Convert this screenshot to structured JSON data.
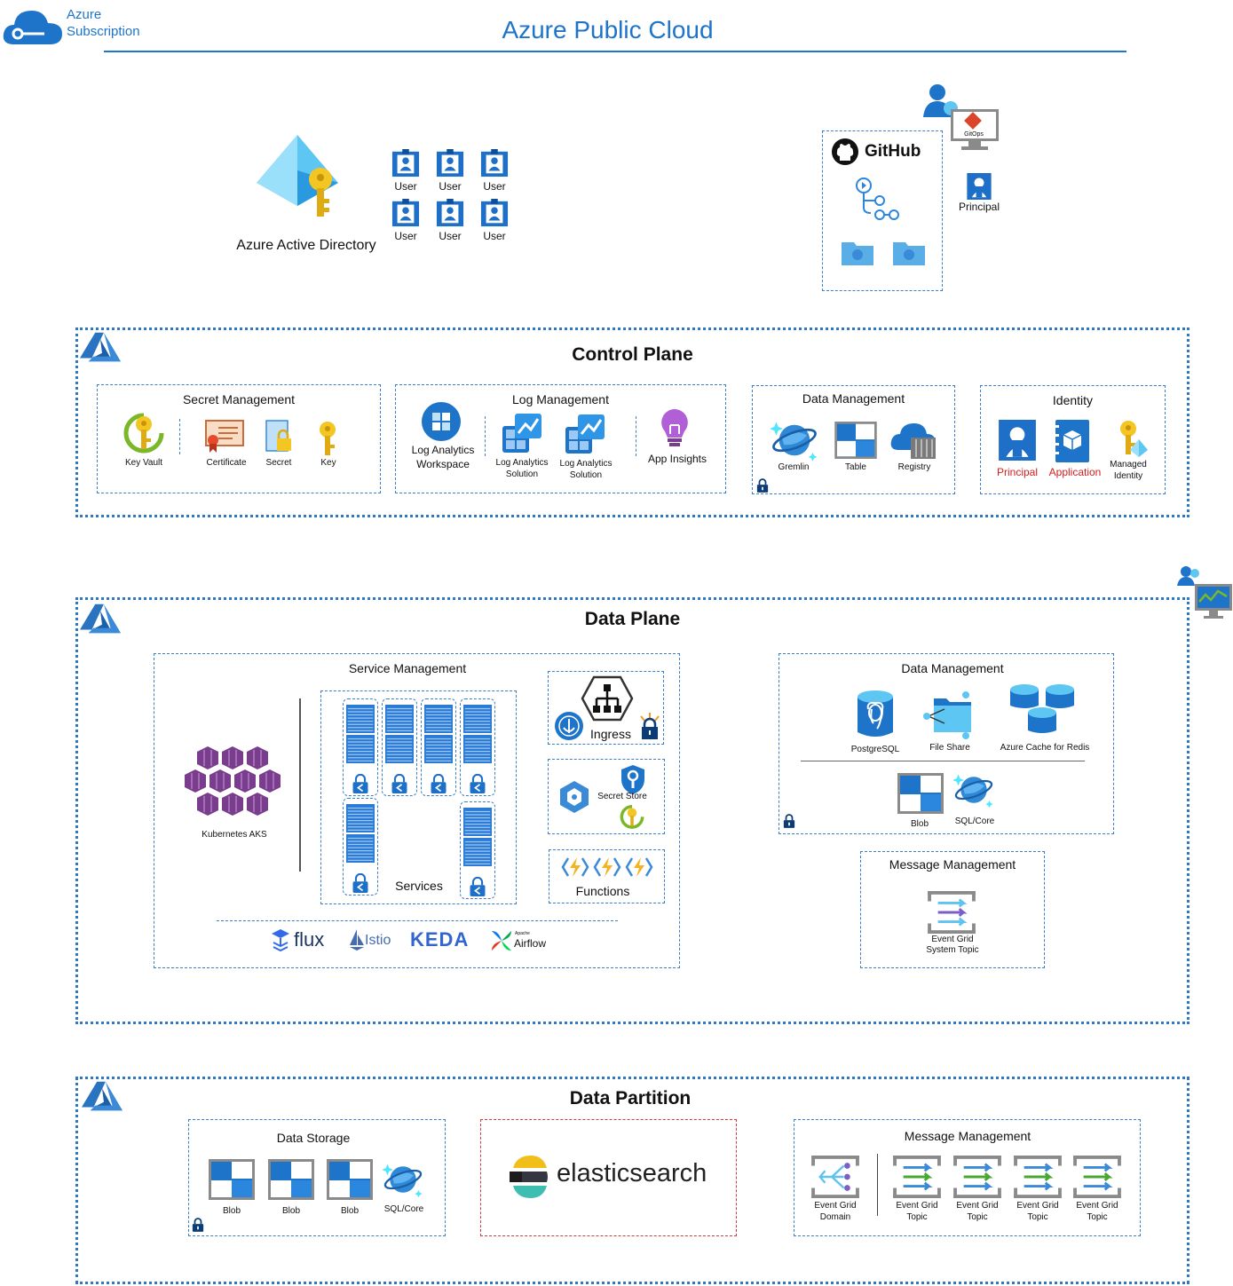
{
  "subscription": {
    "line1": "Azure",
    "line2": "Subscription"
  },
  "page_title": "Azure Public Cloud",
  "aad": {
    "label": "Azure Active Directory",
    "users": [
      "User",
      "User",
      "User",
      "User",
      "User",
      "User"
    ]
  },
  "github": {
    "label": "GitHub"
  },
  "gitops": {
    "label": "GitOps",
    "principal": "Principal"
  },
  "control_plane": {
    "title": "Control Plane",
    "secret_management": {
      "title": "Secret Management",
      "items": [
        "Key Vault",
        "Certificate",
        "Secret",
        "Key"
      ]
    },
    "log_management": {
      "title": "Log Management",
      "workspace_line1": "Log Analytics",
      "workspace_line2": "Workspace",
      "solution_line1": "Log Analytics",
      "solution_line2": "Solution",
      "app_insights": "App Insights"
    },
    "data_management": {
      "title": "Data Management",
      "items": [
        "Gremlin",
        "Table",
        "Registry"
      ]
    },
    "identity": {
      "title": "Identity",
      "principal": "Principal",
      "application": "Application",
      "managed_line1": "Managed",
      "managed_line2": "Identity"
    }
  },
  "data_plane": {
    "title": "Data Plane",
    "service_management": {
      "title": "Service Management",
      "aks": "Kubernetes AKS",
      "services": "Services",
      "ingress": "Ingress",
      "secret_store": "Secret Store",
      "functions": "Functions",
      "tools": {
        "flux": "flux",
        "istio": "Istio",
        "keda": "KEDA",
        "airflow_small": "Apache",
        "airflow": "Airflow"
      }
    },
    "data_management": {
      "title": "Data Management",
      "items": [
        "PostgreSQL",
        "File Share",
        "Azure Cache for Redis",
        "Blob",
        "SQL/Core"
      ]
    },
    "message_management": {
      "title": "Message Management",
      "item_line1": "Event Grid",
      "item_line2": "System Topic"
    }
  },
  "data_partition": {
    "title": "Data Partition",
    "data_storage": {
      "title": "Data Storage",
      "items": [
        "Blob",
        "Blob",
        "Blob",
        "SQL/Core"
      ]
    },
    "elasticsearch": "elasticsearch",
    "message_management": {
      "title": "Message Management",
      "domain_line1": "Event Grid",
      "domain_line2": "Domain",
      "topic_line1": "Event Grid",
      "topic_line2": "Topic"
    }
  },
  "colors": {
    "azure_blue": "#0078d4",
    "dash_blue": "#3d7fc7",
    "red_label": "#d01f1f",
    "aks_purple": "#7a3d8e"
  }
}
